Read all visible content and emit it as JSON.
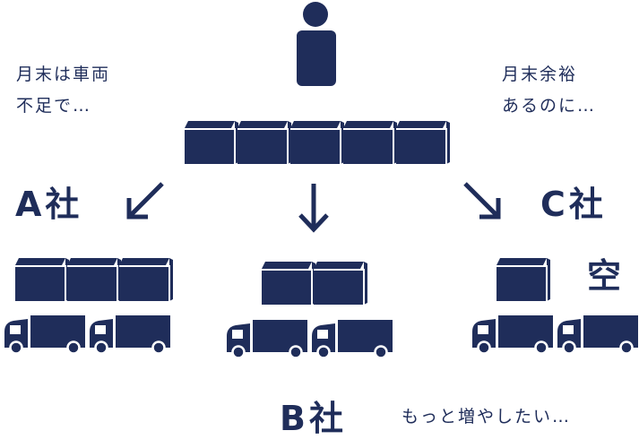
{
  "notes": {
    "left": {
      "line1": "月末は車両",
      "line2": "不足で…"
    },
    "right": {
      "line1": "月末余裕",
      "line2": "あるのに…"
    },
    "bottom": "もっと増やしたい…"
  },
  "companies": {
    "a": "A社",
    "b": "B社",
    "c": "C社"
  },
  "empty_label": "空",
  "arrows": {
    "left": "↙",
    "center": "↓",
    "right": "↘"
  },
  "colors": {
    "navy": "#1f2d5a",
    "background": "#ffffff"
  },
  "icons": [
    "person-icon",
    "cargo-box-icon",
    "truck-icon",
    "arrow-icon"
  ]
}
